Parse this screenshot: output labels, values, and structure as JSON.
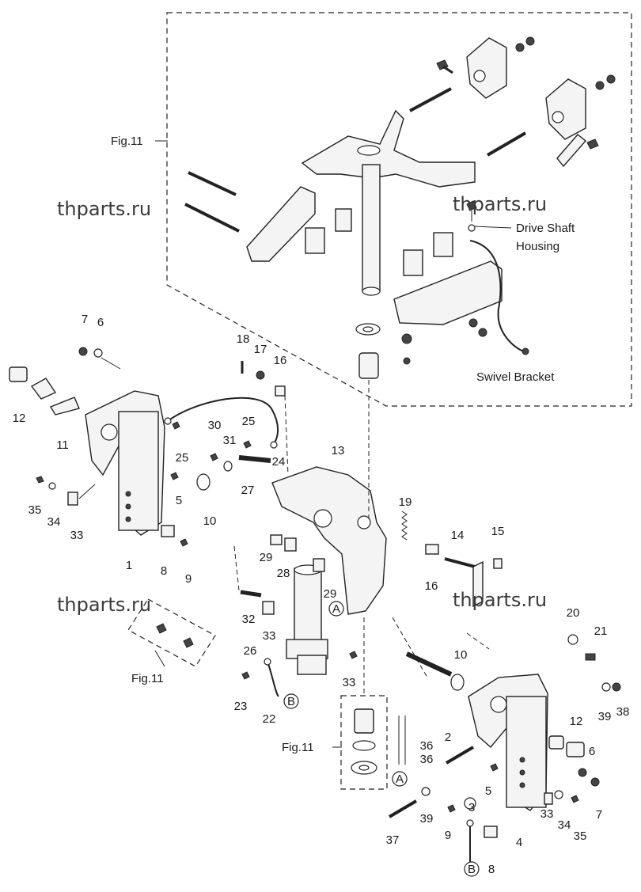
{
  "labels": {
    "p1": "1",
    "p2": "2",
    "p3": "3",
    "p4": "4",
    "p5a": "5",
    "p5b": "5",
    "p6a": "6",
    "p6b": "6",
    "p7a": "7",
    "p7b": "7",
    "p8a": "8",
    "p8b": "8",
    "p9a": "9",
    "p9b": "9",
    "p10a": "10",
    "p10b": "10",
    "p11": "11",
    "p12a": "12",
    "p12b": "12",
    "p13": "13",
    "p14": "14",
    "p15": "15",
    "p16a": "16",
    "p16b": "16",
    "p17": "17",
    "p18": "18",
    "p19": "19",
    "p20": "20",
    "p21": "21",
    "p22": "22",
    "p23": "23",
    "p24": "24",
    "p25a": "25",
    "p25b": "25",
    "p26": "26",
    "p27": "27",
    "p28": "28",
    "p29a": "29",
    "p29b": "29",
    "p30": "30",
    "p31": "31",
    "p32": "32",
    "p33a": "33",
    "p33b": "33",
    "p33c": "33",
    "p33d": "33",
    "p34a": "34",
    "p34b": "34",
    "p35a": "35",
    "p35b": "35",
    "p36a": "36",
    "p36b": "36",
    "p37": "37",
    "p38": "38",
    "p39a": "39",
    "p39b": "39"
  },
  "refs": {
    "fig11_top": "Fig.11",
    "fig11_left": "Fig.11",
    "fig11_bottom": "Fig.11",
    "drive_shaft_1": "Drive Shaft",
    "drive_shaft_2": "Housing",
    "swivel_bracket": "Swivel Bracket",
    "circle_a1": "A",
    "circle_a2": "A",
    "circle_b1": "B",
    "circle_b2": "B"
  },
  "watermarks": {
    "w1": "thparts.ru",
    "w2": "thparts.ru",
    "w3": "thparts.ru",
    "w4": "thparts.ru"
  }
}
